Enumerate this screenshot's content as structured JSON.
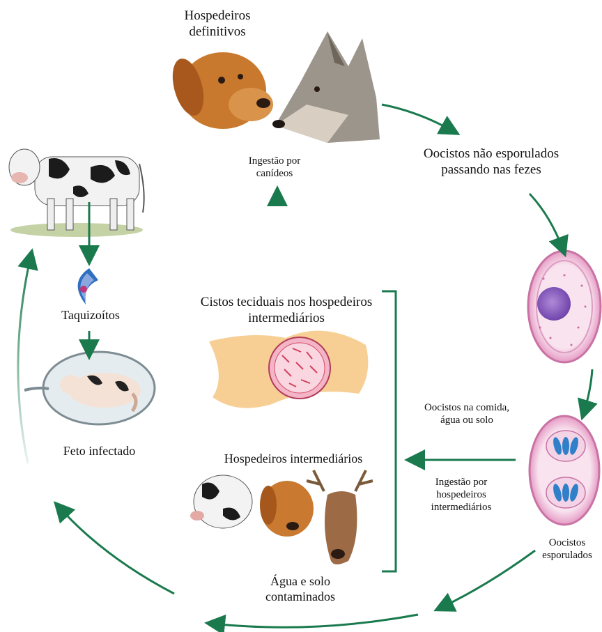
{
  "labels": {
    "definitive_hosts": "Hospedeiros definitivos",
    "ingestion_canids": "Ingestão por canídeos",
    "unsporulated": "Oocistos não esporulados passando nas fezes",
    "tachyzoites": "Taquizoítos",
    "tissue_cysts": "Cistos teciduais nos hospedeiros intermediários",
    "infected_fetus": "Feto infectado",
    "oocysts_food": "Oocistos na comida, água ou solo",
    "intermediate_hosts": "Hospedeiros intermediários",
    "ingestion_intermediate": "Ingestão por hospedeiros intermediários",
    "sporulated": "Oocistos esporulados",
    "contaminated": "Água e solo contaminados"
  },
  "colors": {
    "arrow": "#1a7a4e",
    "fade_arrow": "#7fb89d",
    "bracket": "#1a7a4e",
    "oocyst_outer": "#e59cc4",
    "oocyst_inner": "#f6d8e8",
    "nucleus": "#8a5cc0",
    "sporocyst": "#2f7fc9",
    "tissue": "#f4c98f",
    "cyst": "#d94a6a"
  }
}
